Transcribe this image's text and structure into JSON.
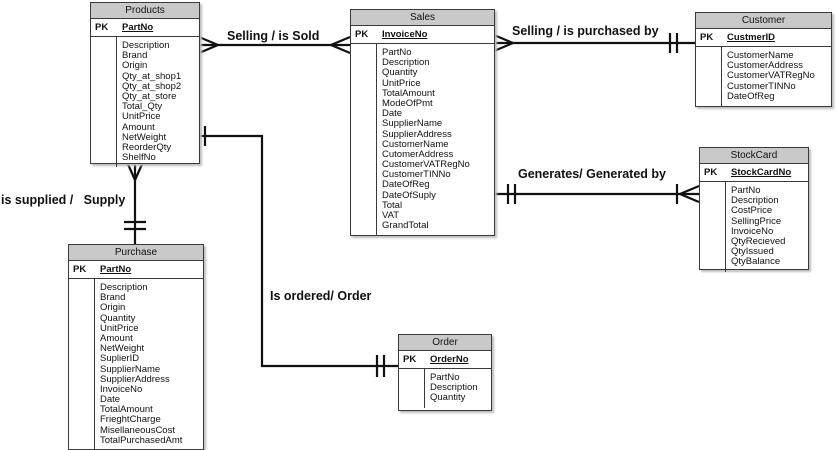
{
  "entities": {
    "products": {
      "name": "Products",
      "pk_tag": "PK",
      "pk": "PartNo",
      "attributes": [
        "Description",
        "Brand",
        "Origin",
        "Qty_at_shop1",
        "Qty_at_shop2",
        "Qty_at_store",
        "Total_Qty",
        "UnitPrice",
        "Amount",
        "NetWeight",
        "ReorderQty",
        "ShelfNo"
      ]
    },
    "sales": {
      "name": "Sales",
      "pk_tag": "PK",
      "pk": "InvoiceNo",
      "attributes": [
        "PartNo",
        "Description",
        "Quantity",
        "UnitPrice",
        "TotalAmount",
        "ModeOfPmt",
        "Date",
        "SupplierName",
        "SupplierAddress",
        "CustomerName",
        "CutomerAddress",
        "CustomerVATRegNo",
        "CustomerTINNo",
        "DateOfReg",
        "DateOfSuply",
        "Total",
        "VAT",
        "GrandTotal"
      ]
    },
    "customer": {
      "name": "Customer",
      "pk_tag": "PK",
      "pk": "CustmerID",
      "attributes": [
        "CustomerName",
        "CustomerAddress",
        "CustomerVATRegNo",
        "CustomerTINNo",
        "DateOfReg"
      ]
    },
    "stockcard": {
      "name": "StockCard",
      "pk_tag": "PK",
      "pk": "StockCardNo",
      "attributes": [
        "PartNo",
        "Description",
        "CostPrice",
        "SellingPrice",
        "InvoiceNo",
        "QtyRecieved",
        "QtyIssued",
        "QtyBalance"
      ]
    },
    "purchase": {
      "name": "Purchase",
      "pk_tag": "PK",
      "pk": "PartNo",
      "attributes": [
        "Description",
        "Brand",
        "Origin",
        "Quantity",
        "UnitPrice",
        "Amount",
        "NetWeight",
        "SuplierID",
        "SupplierName",
        "SupplierAddress",
        "InvoiceNo",
        "Date",
        "TotalAmount",
        "FrieghtCharge",
        "MisellaneousCost",
        "TotalPurchasedAmt"
      ]
    },
    "order": {
      "name": "Order",
      "pk_tag": "PK",
      "pk": "OrderNo",
      "attributes": [
        "PartNo",
        "Description",
        "Quantity"
      ]
    }
  },
  "relationships": {
    "products_sales": "Selling / is Sold",
    "sales_customer": "Selling / is purchased by",
    "sales_stockcard": "Generates/ Generated by",
    "products_purchase": "is supplied /   Supply",
    "products_order": "Is ordered/ Order"
  }
}
